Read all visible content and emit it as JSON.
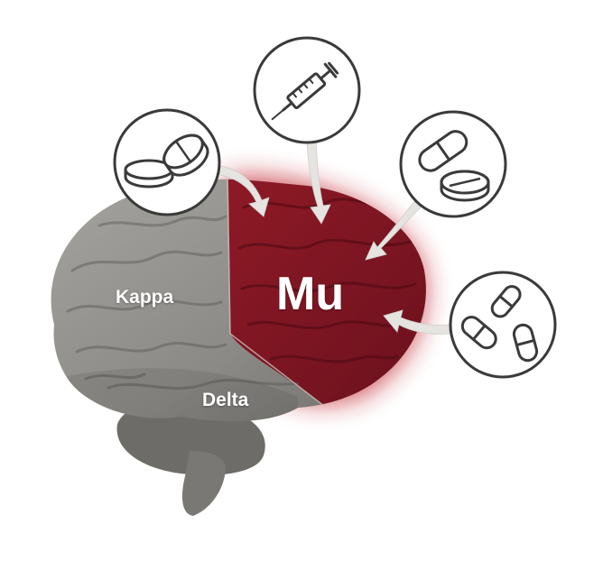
{
  "labels": {
    "kappa": "Kappa",
    "delta": "Delta",
    "mu": "Mu"
  },
  "icons": [
    "tablets-icon",
    "syringe-icon",
    "capsule-and-tablet-icon",
    "capsules-icon"
  ],
  "colors": {
    "mu_region": "#7a1420",
    "mu_glow": "#c0202c",
    "brain_gray": "#8f8d89",
    "icon_stroke": "#3a3a3a",
    "arrow": "#e6e4e1"
  }
}
